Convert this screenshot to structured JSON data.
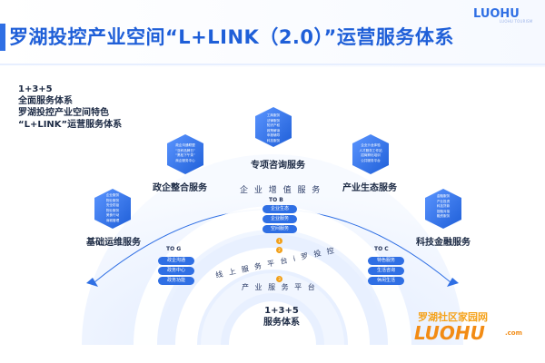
{
  "header": {
    "title": "罗湖投控产业空间“L+LINK（2.0）”运营服务体系",
    "brand": "LUOHU",
    "brand_sub": "LUOHU TOURISM"
  },
  "intro": {
    "lines": [
      "1+3+5",
      "全面服务体系",
      "罗湖投控产业空间特色",
      "“L+LINK”运营服务体系"
    ]
  },
  "services": [
    {
      "label": "基础运维服务",
      "items": [
        "企业服务",
        "物业服务",
        "安全防疫",
        "物业服务",
        "美食行动",
        "商城管理"
      ]
    },
    {
      "label": "政企整合服务",
      "items": [
        "政企沟通联盟",
        "“亚杯品牌日”",
        "“黑松下午茶”",
        "商企服务中心"
      ]
    },
    {
      "label": "专项咨询服务",
      "items": [
        "工商服务",
        "法律服务",
        "知识产权",
        "政策解读",
        "申报辅导",
        "科技服务"
      ]
    },
    {
      "label": "产业生态服务",
      "items": [
        "企业沙龙体验",
        "人才服务工作站",
        "招商孵化培训",
        "公共服务平台"
      ]
    },
    {
      "label": "科技金融服务",
      "items": [
        "金融服务",
        "产业投资",
        "科技贷款",
        "投融对接",
        "融资服务"
      ]
    }
  ],
  "arcs": {
    "value_added": "企 业 增 值 服 务",
    "online_platform": "线 上 服 务 平 台 i 罗 投 控",
    "industry_platform": "产 业 服 务 平 台"
  },
  "to_b": {
    "title": "TO B",
    "items": [
      "企业生态",
      "企业服务",
      "空间服务"
    ]
  },
  "to_g": {
    "title": "TO G",
    "items": [
      "政企沟通",
      "政务中心",
      "政务功能"
    ]
  },
  "to_c": {
    "title": "TO C",
    "items": [
      "特色服务",
      "生活咨询",
      "休闲生活"
    ]
  },
  "markers": [
    "1",
    "2",
    "3"
  ],
  "bottom": {
    "line1": "1+3+5",
    "line2": "服务体系"
  },
  "watermark": {
    "cn": "罗湖社区家园网",
    "en": "LUOHU",
    "com": ".com"
  },
  "colors": {
    "accent": "#2f6fe4",
    "title": "#1f5fd8",
    "hex": "#3a7bf0",
    "watermark": "#f28b14"
  }
}
